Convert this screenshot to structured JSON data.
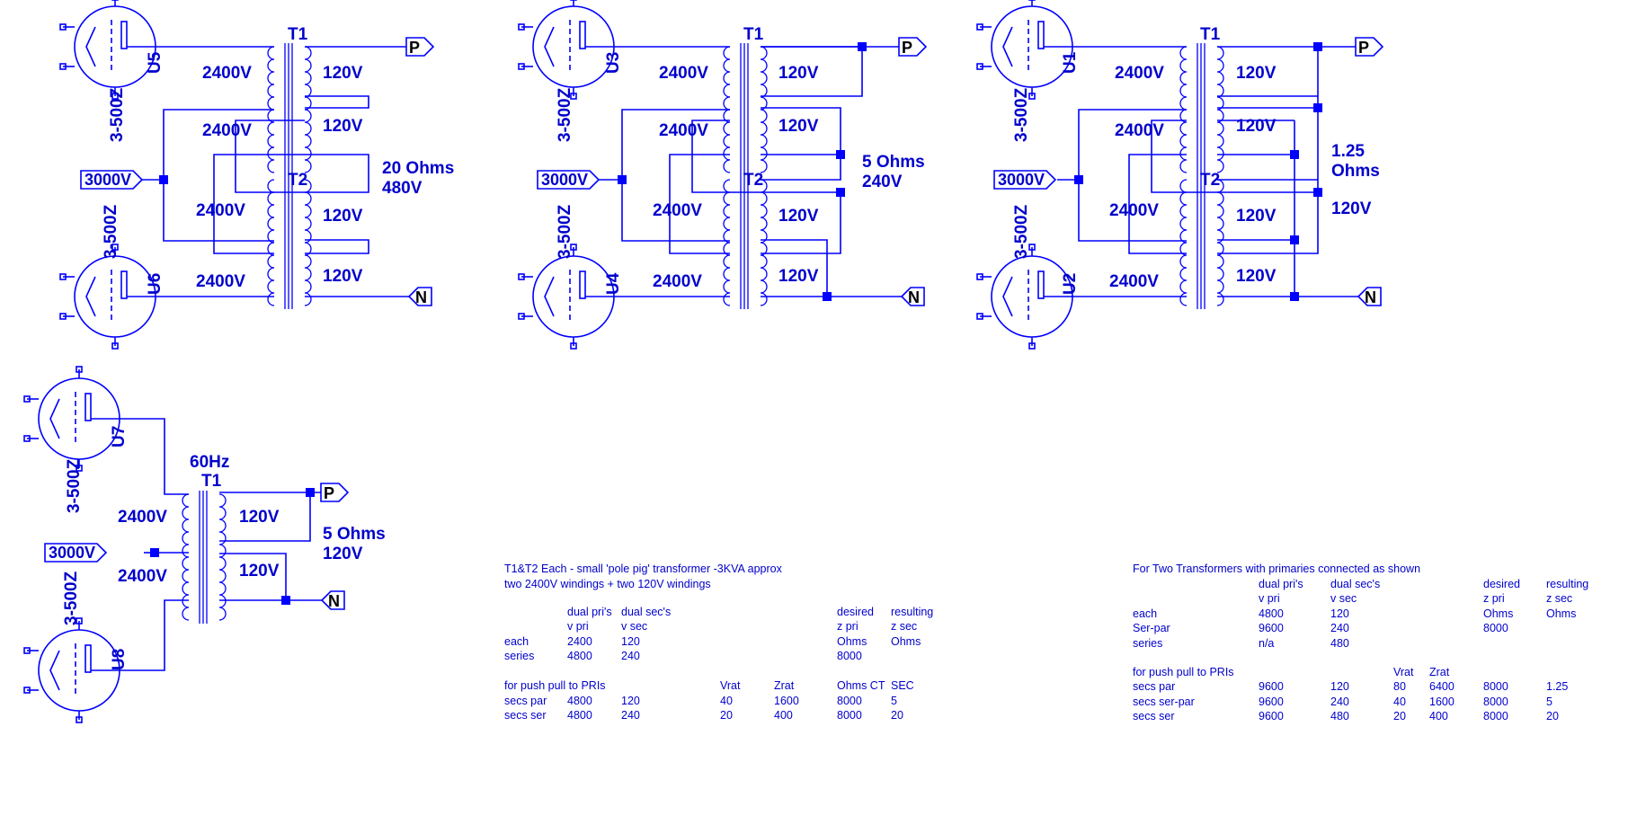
{
  "colors": {
    "wire": "#0000ff",
    "text": "#0000cc",
    "background": "#ffffff"
  },
  "common": {
    "tube_type": "3-500Z",
    "t1": "T1",
    "t2": "T2",
    "v_pri": "2400V",
    "v_sec": "120V",
    "b_plus": "3000V",
    "port_p": "P",
    "port_n": "N"
  },
  "circuit_a": {
    "tube_top": "U5",
    "tube_bottom": "U6",
    "load_ohms": "20 Ohms",
    "load_volts": "480V"
  },
  "circuit_b": {
    "tube_top": "U3",
    "tube_bottom": "U4",
    "load_ohms": "5 Ohms",
    "load_volts": "240V"
  },
  "circuit_c": {
    "tube_top": "U1",
    "tube_bottom": "U2",
    "load_ohms_a": "1.25",
    "load_ohms_b": "Ohms",
    "load_volts": "120V"
  },
  "circuit_d": {
    "tube_top": "U7",
    "tube_bottom": "U8",
    "freq": "60Hz",
    "load_ohms": "5 Ohms",
    "load_volts": "120V"
  },
  "note_single": {
    "lines": [
      [
        "T1&T2 Each - small 'pole pig' transformer -3KVA approx"
      ],
      [
        "two 2400V windings + two 120V windings"
      ],
      [
        "",
        "dual pri's",
        "dual sec's",
        "",
        "",
        "desired",
        "resulting"
      ],
      [
        "",
        "v pri",
        "v sec",
        "",
        "",
        "z pri",
        "z sec"
      ],
      [
        "each",
        "2400",
        "120",
        "",
        "",
        "Ohms",
        "Ohms"
      ],
      [
        "series",
        "4800",
        "240",
        "",
        "",
        "8000",
        ""
      ],
      [
        "for push pull to PRIs",
        "",
        "",
        "Vrat",
        "Zrat",
        "Ohms CT",
        "SEC"
      ],
      [
        "secs par",
        "4800",
        "120",
        "40",
        "1600",
        "8000",
        "5"
      ],
      [
        "secs ser",
        "4800",
        "240",
        "20",
        "400",
        "8000",
        "20"
      ]
    ]
  },
  "note_double": {
    "lines": [
      [
        "For Two Transformers with primaries connected as shown"
      ],
      [
        "",
        "dual pri's",
        "dual sec's",
        "",
        "",
        "desired",
        "resulting"
      ],
      [
        "",
        "v pri",
        "v sec",
        "",
        "",
        "z pri",
        "z sec"
      ],
      [
        "each",
        "4800",
        "120",
        "",
        "",
        "Ohms",
        "Ohms"
      ],
      [
        "Ser-par",
        "9600",
        "240",
        "",
        "",
        "8000",
        ""
      ],
      [
        "series",
        "n/a",
        "480",
        "",
        "",
        "",
        ""
      ],
      [
        "for push pull to PRIs",
        "",
        "",
        "Vrat",
        "Zrat",
        "",
        ""
      ],
      [
        "secs par",
        "9600",
        "120",
        "80",
        "6400",
        "8000",
        "1.25"
      ],
      [
        "secs ser-par",
        "9600",
        "240",
        "40",
        "1600",
        "8000",
        "5"
      ],
      [
        "secs ser",
        "9600",
        "480",
        "20",
        "400",
        "8000",
        "20"
      ]
    ]
  }
}
